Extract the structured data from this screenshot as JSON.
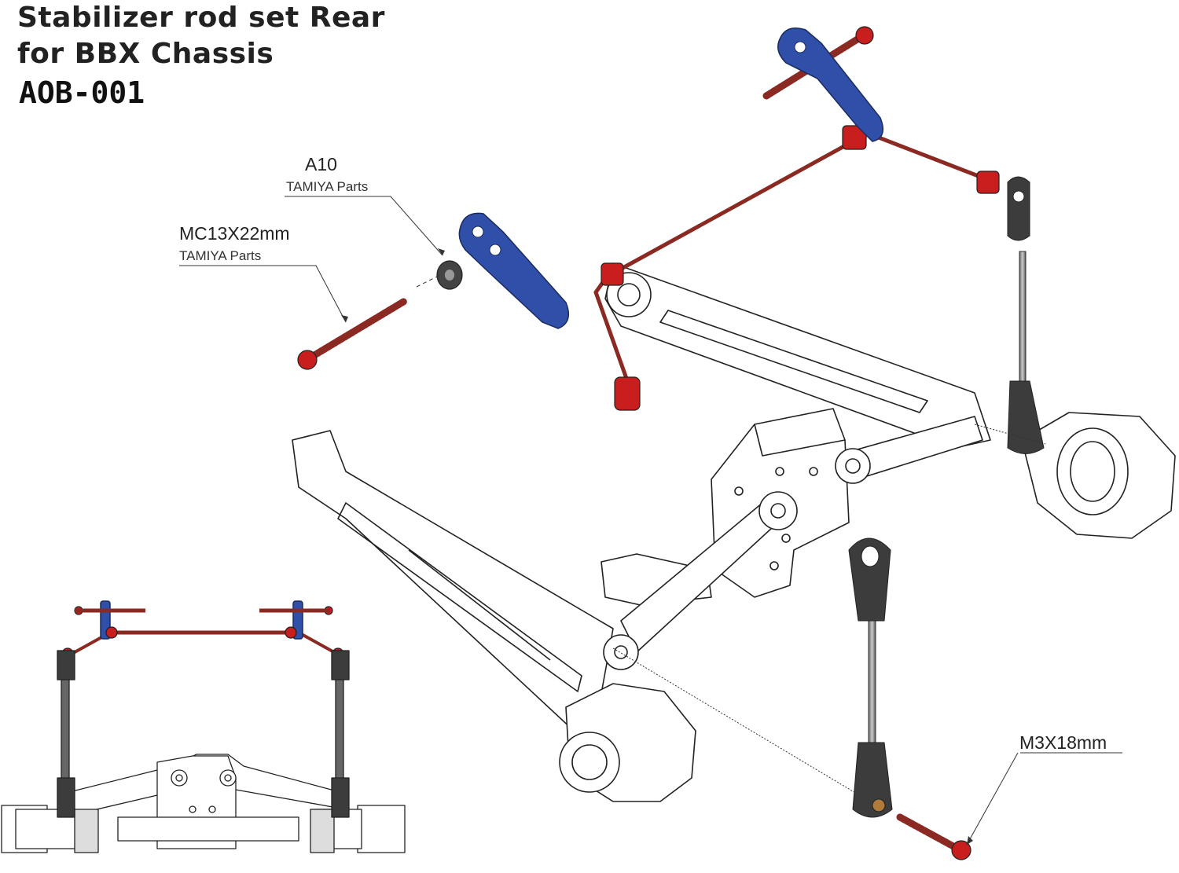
{
  "header": {
    "title_line1": "Stabilizer rod set Rear",
    "title_line2": "for BBX Chassis",
    "product_code": "AOB-001"
  },
  "callouts": {
    "a10": {
      "part": "A10",
      "source": "TAMIYA Parts"
    },
    "mc13": {
      "part": "MC13X22mm",
      "source": "TAMIYA Parts"
    },
    "m3": {
      "part": "M3X18mm"
    }
  },
  "colors": {
    "stabilizer_red": "#8b2a22",
    "collar_red": "#c81e1e",
    "arm_blue": "#2f4fa8",
    "rod_end_gray": "#3c3c3c",
    "outline": "#222222"
  }
}
